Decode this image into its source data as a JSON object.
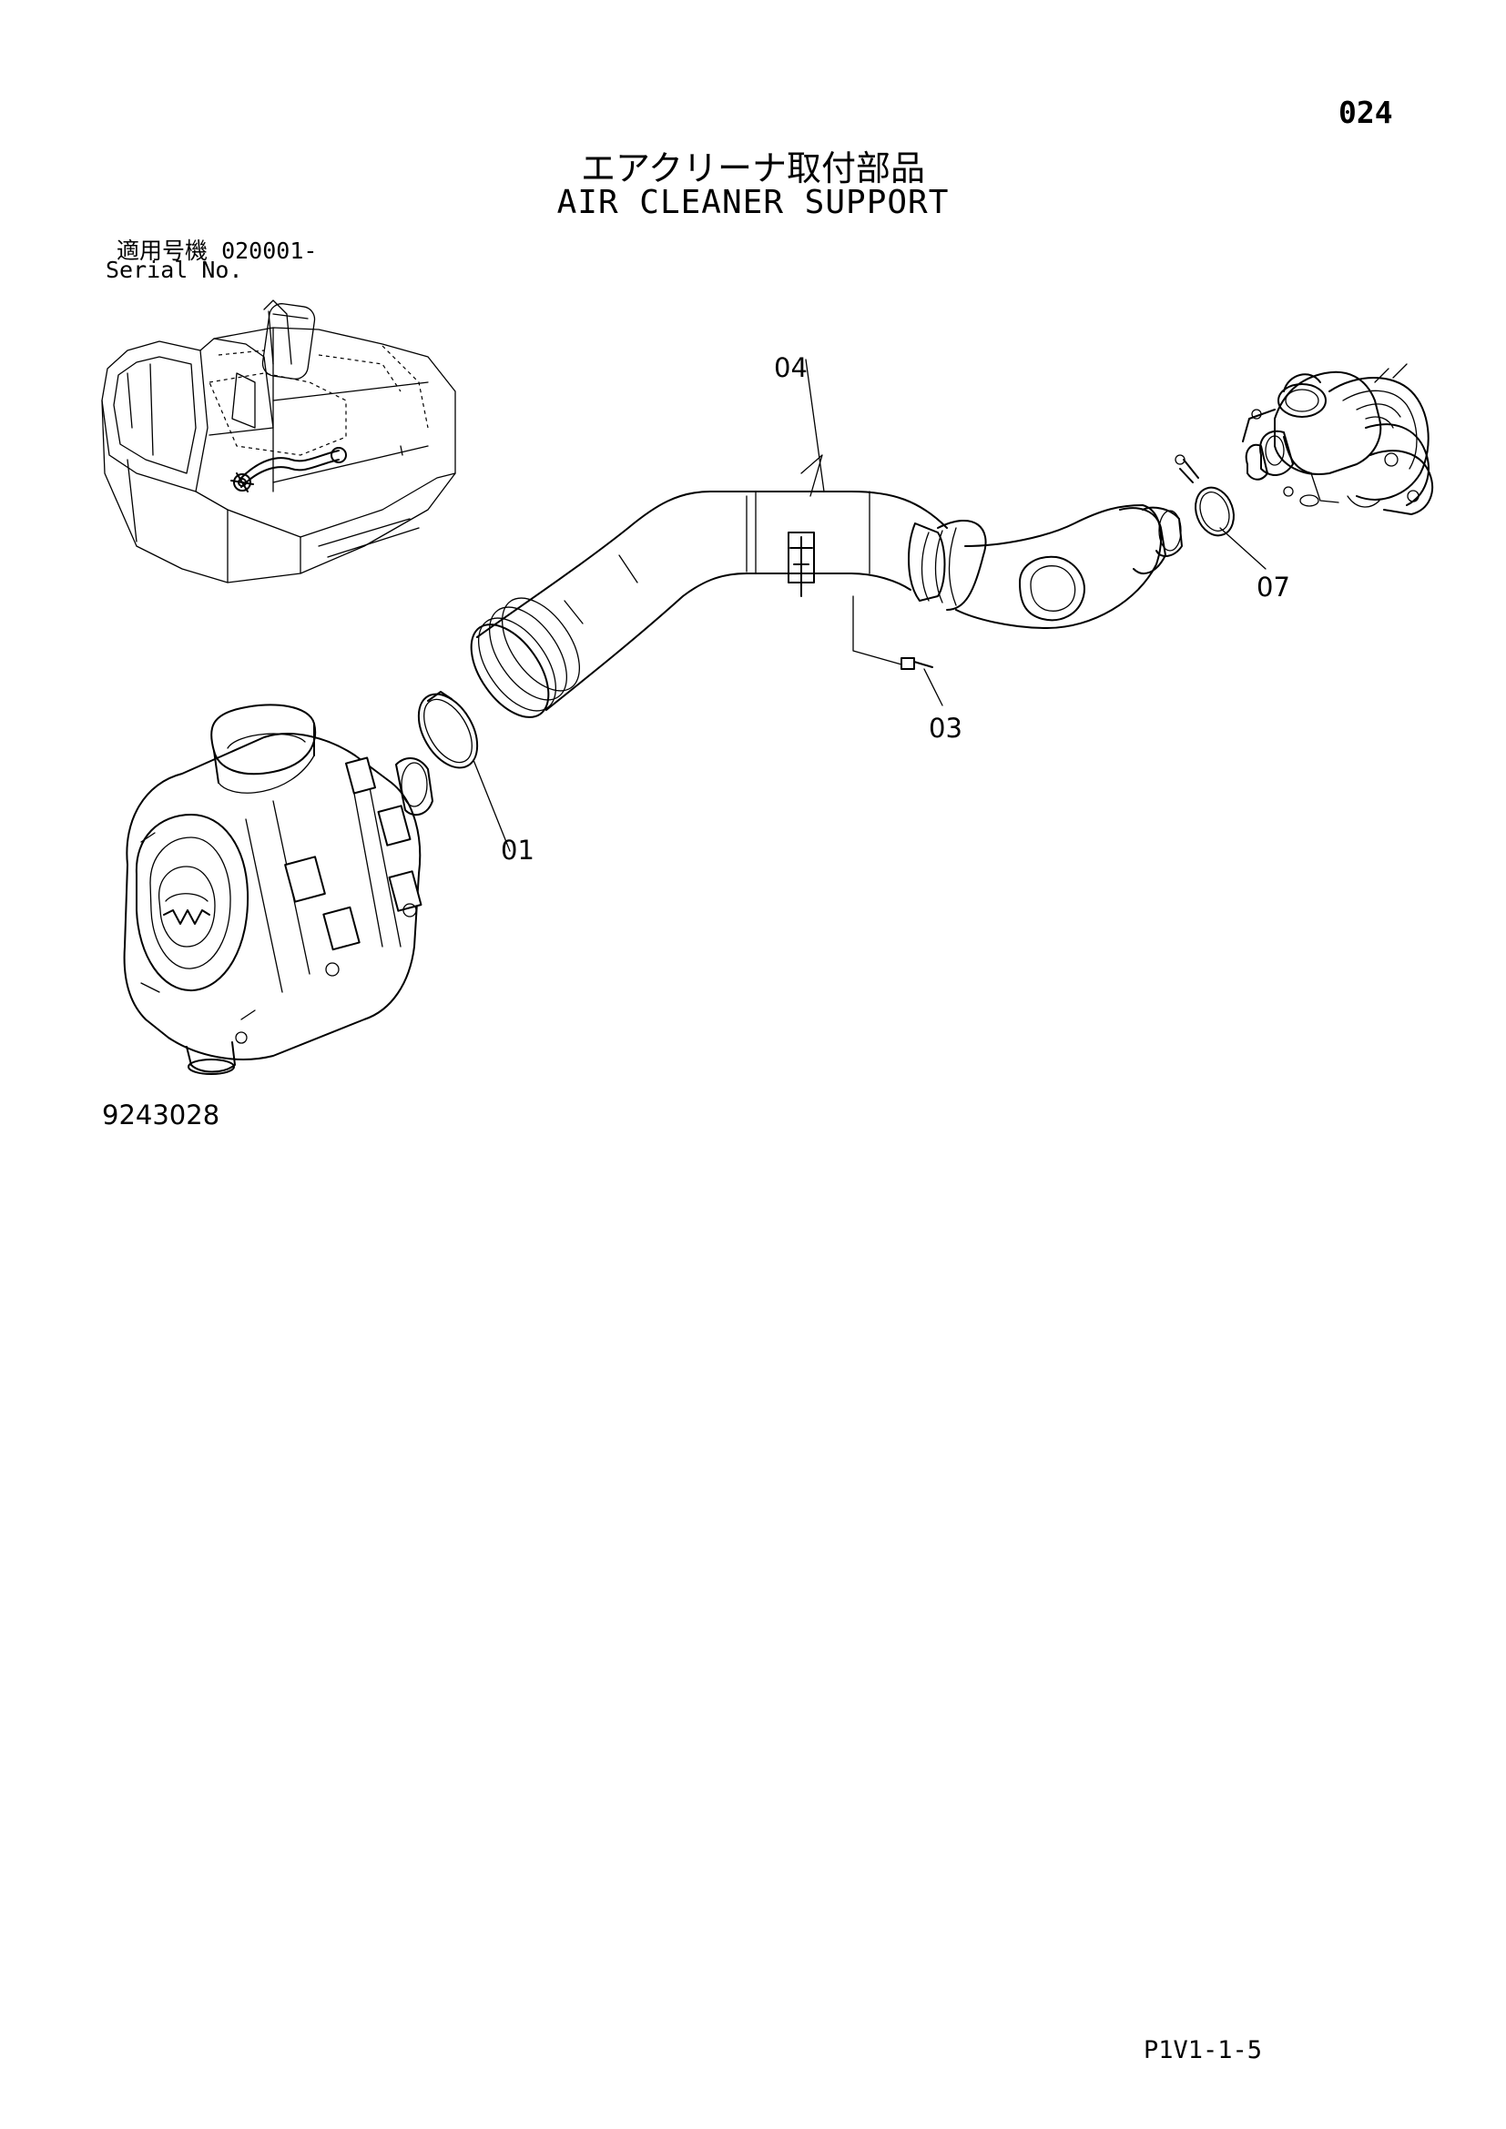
{
  "header": {
    "page_number": "024",
    "title_jp": "エアクリーナ取付部品",
    "title_en": "AIR CLEANER SUPPORT"
  },
  "serial": {
    "label_jp": "適用号機",
    "value": "020001-",
    "label_en": "Serial No."
  },
  "callouts": {
    "c01": "01",
    "c03": "03",
    "c04": "04",
    "c07": "07"
  },
  "footer": {
    "figure_number": "9243028",
    "page_code": "P1V1-1-5"
  }
}
